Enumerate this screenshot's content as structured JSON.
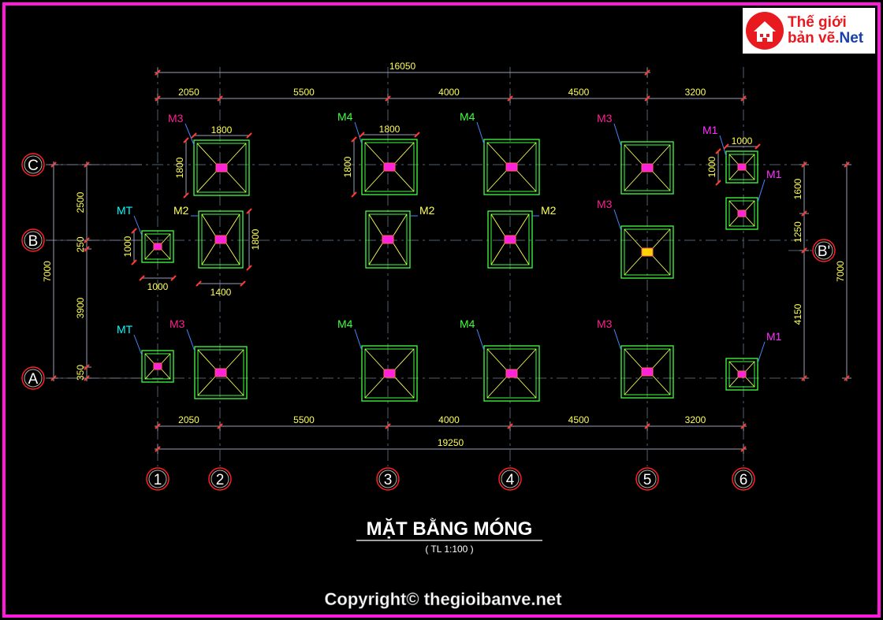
{
  "drawing": {
    "title": "MẶT BẰNG MÓNG",
    "scale": "( TL 1:100 )",
    "copyright": "Copyright© thegioibanve.net"
  },
  "logo": {
    "icon": "house-icon",
    "line1": "Thế giới",
    "line2a": "bản vẽ.",
    "line2b": "Net"
  },
  "colors": {
    "frame": "#ff1ad9",
    "footing": "#40ff40",
    "diagonal": "#ffff55",
    "column": "#ff22dd",
    "grid_bubble": "#ff2020",
    "dimension_text": "#ffff55",
    "label_yellow": "#ffff55",
    "label_magenta": "#ff2090",
    "label_green": "#40ff40",
    "label_cyan": "#00ffff",
    "label_purple": "#ff30ff"
  },
  "grid_axes": {
    "columns": [
      "1",
      "2",
      "3",
      "4",
      "5",
      "6"
    ],
    "rows": [
      "C",
      "B",
      "A"
    ],
    "extra_row": "B'"
  },
  "dimensions": {
    "top_total": "16050",
    "top_segments": [
      "2050",
      "5500",
      "4000",
      "4500",
      "3200"
    ],
    "bottom_segments": [
      "2050",
      "5500",
      "4000",
      "4500",
      "3200"
    ],
    "bottom_total": "19250",
    "left_total": "7000",
    "left_segments": [
      "2500",
      "250",
      "3900",
      "350"
    ],
    "right_total": "7000",
    "right_segments": [
      "1600",
      "1250",
      "4150"
    ]
  },
  "footing_dims": {
    "m3_width": "1800",
    "m3_height": "1800",
    "m4_width": "1800",
    "m4_height": "1800",
    "m1_width": "1000",
    "m1_height": "1000",
    "mt_width": "1000",
    "mt_height": "1000",
    "m2_width": "1400",
    "m2_height": "1800"
  },
  "footings": [
    {
      "label": "M3",
      "color": "#ff2090"
    },
    {
      "label": "M4",
      "color": "#40ff40"
    },
    {
      "label": "M4",
      "color": "#40ff40"
    },
    {
      "label": "M3",
      "color": "#ff2090"
    },
    {
      "label": "M1",
      "color": "#ff30ff"
    },
    {
      "label": "M1",
      "color": "#ff30ff"
    },
    {
      "label": "MT",
      "color": "#00ffff"
    },
    {
      "label": "M2",
      "color": "#ffff55"
    },
    {
      "label": "M2",
      "color": "#ffff55"
    },
    {
      "label": "M2",
      "color": "#ffff55"
    },
    {
      "label": "M3",
      "color": "#ff2090"
    },
    {
      "label": "MT",
      "color": "#00ffff"
    },
    {
      "label": "M3",
      "color": "#ff2090"
    },
    {
      "label": "M4",
      "color": "#40ff40"
    },
    {
      "label": "M4",
      "color": "#40ff40"
    },
    {
      "label": "M3",
      "color": "#ff2090"
    },
    {
      "label": "M1",
      "color": "#ff30ff"
    }
  ]
}
